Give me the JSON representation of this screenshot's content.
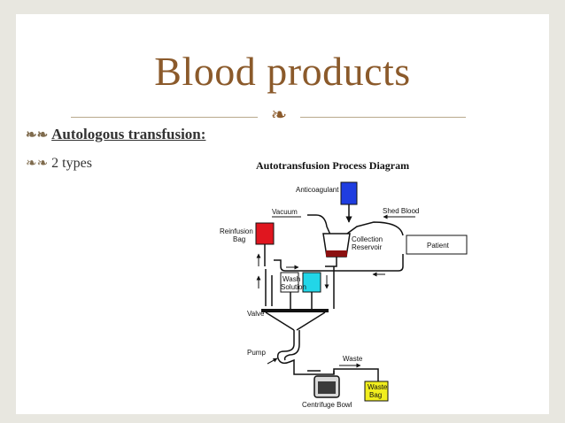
{
  "slide": {
    "title": "Blood products",
    "title_icon": "decorative-flourish-icon",
    "accent_color": "#8b5a2b"
  },
  "bullets": [
    {
      "icon": "bullet-glyph-icon",
      "text": "Autologous transfusion:"
    },
    {
      "icon": "bullet-glyph-icon",
      "text": "2 types"
    }
  ],
  "diagram": {
    "title": "Autotransfusion Process Diagram",
    "labels": {
      "anticoagulant": "Anticoagulant",
      "vacuum": "Vacuum",
      "shed_blood": "Shed Blood",
      "reinfusion_bag": [
        "Reinfusion",
        "Bag"
      ],
      "collection_reservoir": [
        "Collection",
        "Reservoir"
      ],
      "patient": "Patient",
      "wash_solution": [
        "Wash",
        "Solution"
      ],
      "valve": "Valve",
      "pump": "Pump",
      "waste": "Waste",
      "waste_bag": [
        "Waste",
        "Bag"
      ],
      "centrifuge_bowl": "Centrifuge Bowl"
    },
    "colors": {
      "anticoagulant": "#1f3de0",
      "reinfusion_bag": "#e0161f",
      "wash_solution": "#22d6e8",
      "waste_bag": "#f1ee1e",
      "reservoir_blood": "#8b1010"
    }
  }
}
